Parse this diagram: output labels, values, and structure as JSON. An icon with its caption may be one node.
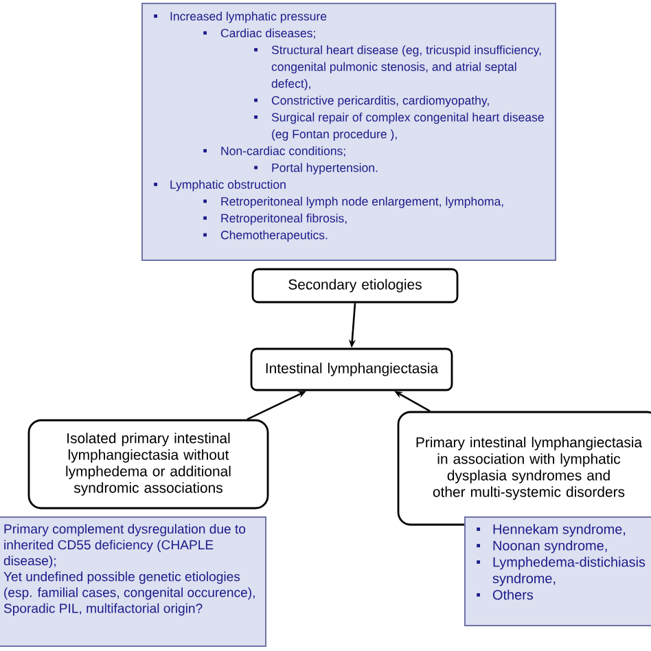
{
  "diagram": {
    "nodes": [
      {
        "text": [
          "Increased lymphatic pressure",
          "Cardiac diseases;",
          "Structural heart disease (eg, tricuspid insufficiency, congenital pulmonic stenosis, and atrial septal defect),",
          "Constrictive pericarditis, cardiomyopathy,",
          "Surgical repair of complex congenital heart disease (eg Fontan procedure ),",
          "Non-cardiac conditions;",
          "Portal hypertension.",
          "Lymphatic obstruction",
          "Retroperitoneal lymph node enlargement, lymphoma,",
          "Retroperitoneal fibrosis,",
          "Chemotherapeutics."
        ]
      },
      {
        "text": [
          "Secondary etiologies"
        ]
      },
      {
        "text": [
          "Intestinal lymphangiectasia"
        ]
      },
      {
        "text": [
          "Isolated primary intestinal lymphangiectasia without lymphedema or additional syndromic associations"
        ]
      },
      {
        "text": [
          "Primary intestinal lymphangiectasia in association with lymphatic dysplasia syndromes and other multi-systemic disorders"
        ]
      },
      {
        "text": [
          "Primary complement dysregulation due to inherited CD55 deficiency (CHAPLE disease);",
          "Yet undefined possible genetic etiologies (esp. familial cases, congenital occurence),",
          "Sporadic PIL, multifactorial origin?"
        ]
      },
      {
        "text": [
          "Hennekam syndrome,",
          "Noonan syndrome,",
          "Lymphedema-distichiasis syndrome,",
          "Others"
        ]
      }
    ],
    "edges": [
      {
        "from": 1,
        "to": 2,
        "arrow": "to"
      },
      {
        "from": 3,
        "to": 2,
        "arrow": "to"
      },
      {
        "from": 4,
        "to": 2,
        "arrow": "to"
      }
    ]
  }
}
